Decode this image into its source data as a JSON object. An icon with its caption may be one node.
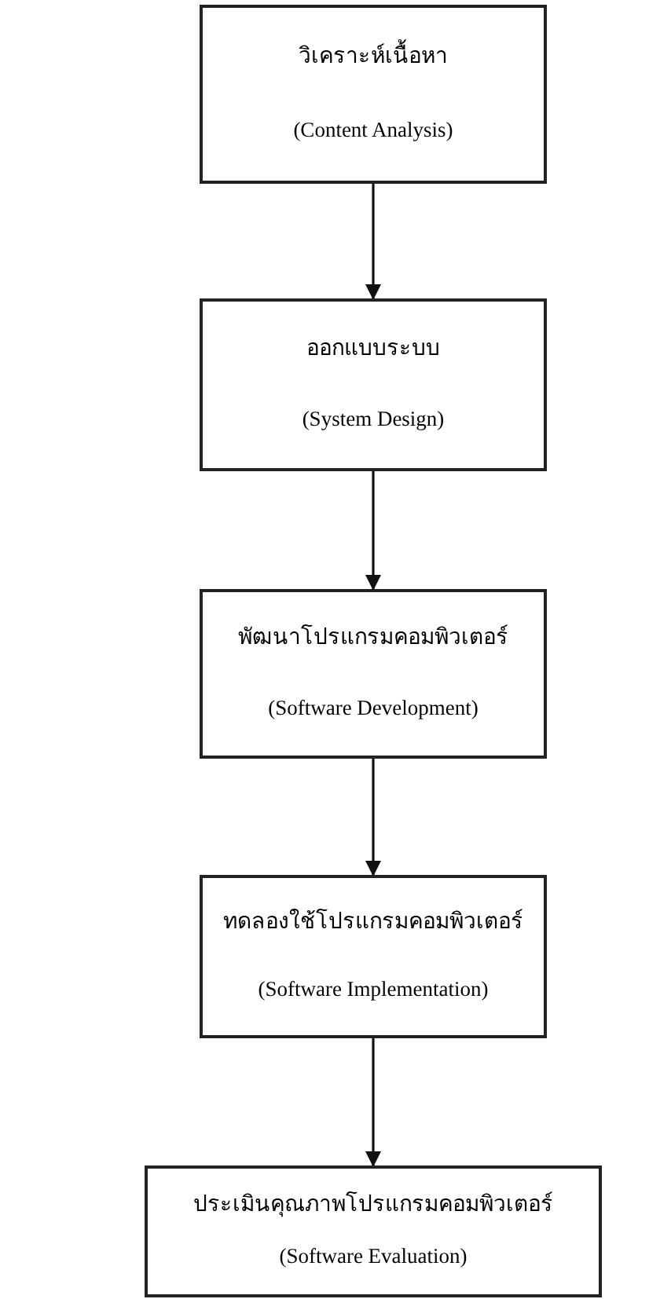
{
  "diagram": {
    "nodes": [
      {
        "text": [
          "วิเคราะห์เนื้อหา",
          "(Content Analysis)"
        ]
      },
      {
        "text": [
          "ออกแบบระบบ",
          "(System Design)"
        ]
      },
      {
        "text": [
          "พัฒนาโปรแกรมคอมพิวเตอร์",
          "(Software Development)"
        ]
      },
      {
        "text": [
          "ทดลองใช้โปรแกรมคอมพิวเตอร์",
          "(Software Implementation)"
        ]
      },
      {
        "text": [
          "ประเมินคุณภาพโปรแกรมคอมพิวเตอร์",
          "(Software Evaluation)"
        ]
      }
    ],
    "edges": [
      {
        "from": 0,
        "to": 1,
        "arrow": "to"
      },
      {
        "from": 1,
        "to": 2,
        "arrow": "to"
      },
      {
        "from": 2,
        "to": 3,
        "arrow": "to"
      },
      {
        "from": 3,
        "to": 4,
        "arrow": "to"
      }
    ]
  }
}
